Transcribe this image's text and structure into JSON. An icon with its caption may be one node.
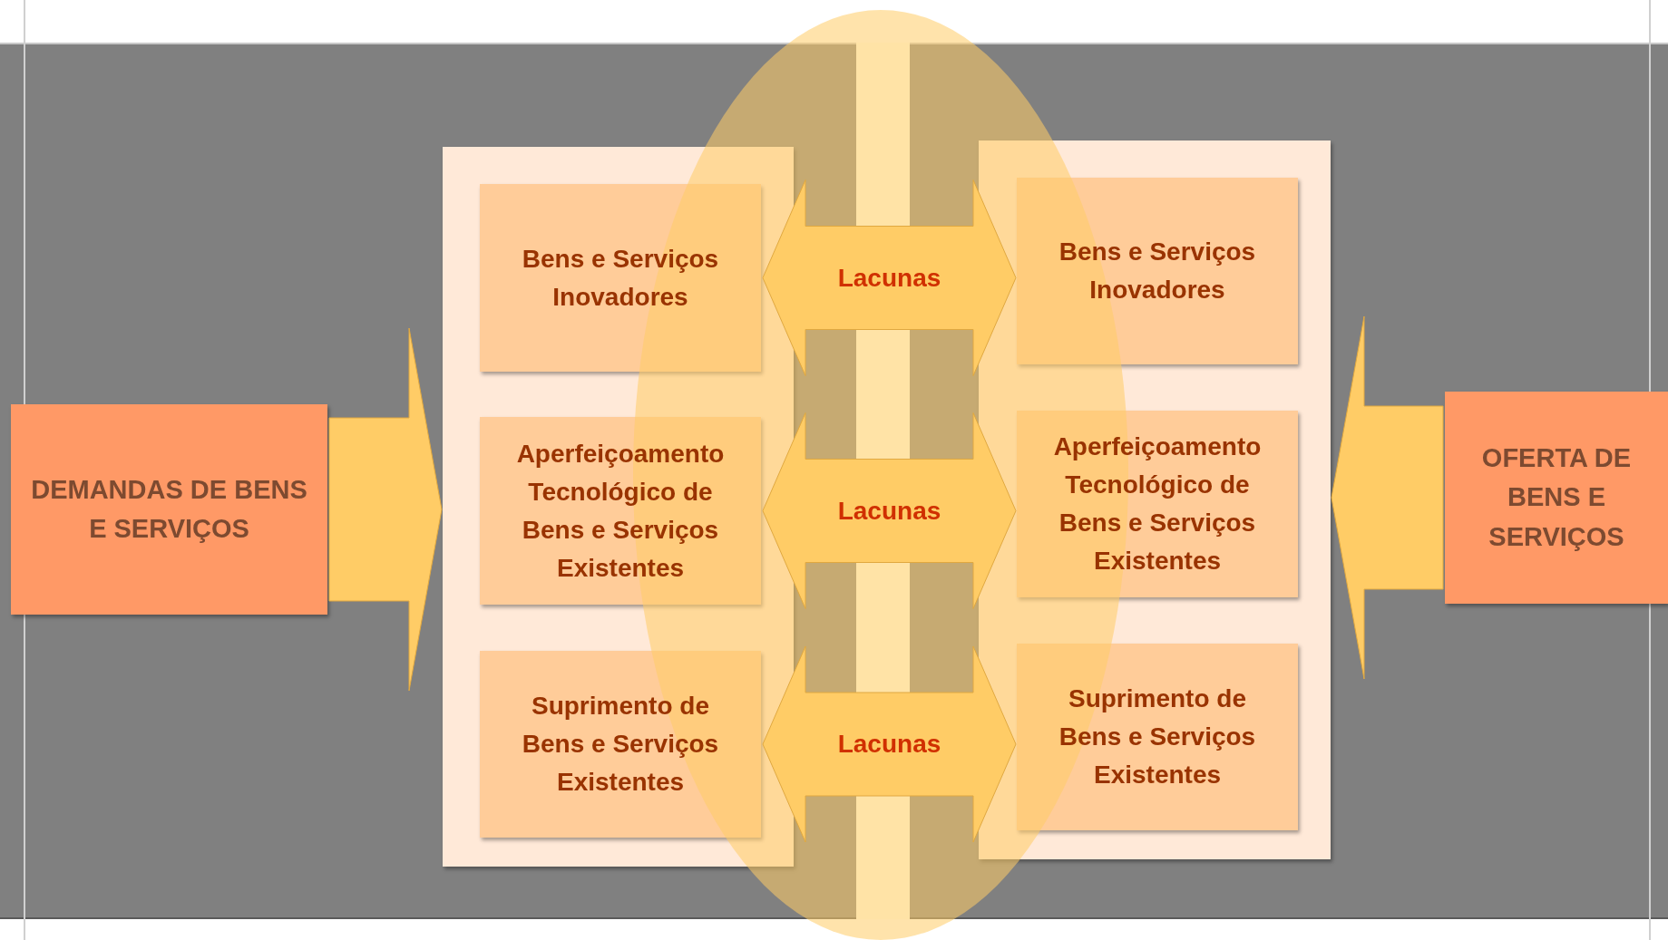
{
  "diagram": {
    "nodes": [
      {
        "text": [
          "DEMANDAS DE BENS E SERVIÇOS"
        ]
      },
      {
        "text": [],
        "shape": "box"
      },
      {
        "text": [
          "Bens e Serviços Inovadores"
        ],
        "in": 1
      },
      {
        "text": [
          "Aperfeiçoamento Tecnológico de Bens e Serviços Existentes"
        ],
        "in": 1
      },
      {
        "text": [
          "Suprimento de Bens e Serviços Existentes"
        ],
        "in": 1
      },
      {
        "text": [],
        "shape": "box"
      },
      {
        "text": [
          "Bens e Serviços Inovadores"
        ],
        "in": 5
      },
      {
        "text": [
          "Aperfeiçoamento Tecnológico de Bens e Serviços Existentes"
        ],
        "in": 5
      },
      {
        "text": [
          "Suprimento de Bens e Serviços Existentes"
        ],
        "in": 5
      },
      {
        "text": [
          "OFERTA DE BENS E SERVIÇOS"
        ]
      }
    ],
    "edges": [
      {
        "from": 0,
        "to": 1,
        "arrow": "to",
        "style": "thick"
      },
      {
        "from": 2,
        "to": 6,
        "arrow": "both",
        "style": "thick",
        "label": "Lacunas"
      },
      {
        "from": 3,
        "to": 7,
        "arrow": "both",
        "style": "thick",
        "label": "Lacunas"
      },
      {
        "from": 4,
        "to": 8,
        "arrow": "both",
        "style": "thick",
        "label": "Lacunas"
      },
      {
        "from": 9,
        "to": 5,
        "arrow": "to",
        "style": "thick"
      }
    ]
  }
}
